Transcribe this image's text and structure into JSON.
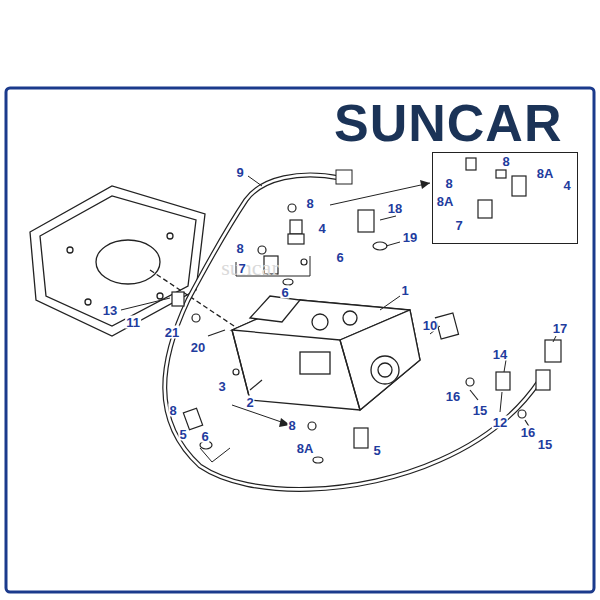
{
  "diagram": {
    "nodes": [
      {
        "text": [
          "8",
          "8A",
          "8",
          "8A",
          "4",
          "7"
        ]
      }
    ],
    "labels": [
      "SUNCAR",
      "suncar",
      "9",
      "8",
      "8",
      "4",
      "7",
      "6",
      "6",
      "18",
      "19",
      "1",
      "13",
      "11",
      "21",
      "20",
      "3",
      "2",
      "10",
      "17",
      "14",
      "16",
      "15",
      "12",
      "16",
      "15",
      "8",
      "5",
      "6",
      "8",
      "8A",
      "5"
    ]
  }
}
